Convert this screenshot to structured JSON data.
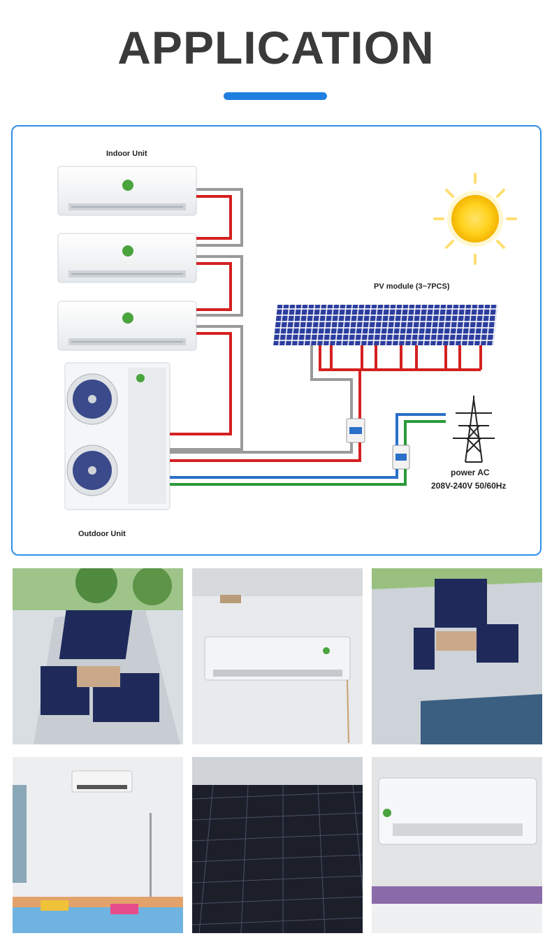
{
  "header": {
    "title": "APPLICATION",
    "accent_color": "#1e7fe0"
  },
  "diagram": {
    "indoor_label": "Indoor Unit",
    "outdoor_label": "Outdoor Unit",
    "pv_label": "PV module (3~7PCS)",
    "power_label": "power AC",
    "voltage_label": "208V-240V  50/60Hz",
    "wire_colors": {
      "dc": "#d42020",
      "neutral": "#9a9a9a",
      "line": "#2a6fc9",
      "earth": "#2a9a3a"
    }
  },
  "photos": [
    {
      "subject": "rooftop-solar-panels"
    },
    {
      "subject": "wall-mounted-indoor-unit"
    },
    {
      "subject": "rooftop-solar-array"
    },
    {
      "subject": "classroom-indoor-unit"
    },
    {
      "subject": "solar-panel-closeup"
    },
    {
      "subject": "indoor-unit-closeup"
    }
  ]
}
